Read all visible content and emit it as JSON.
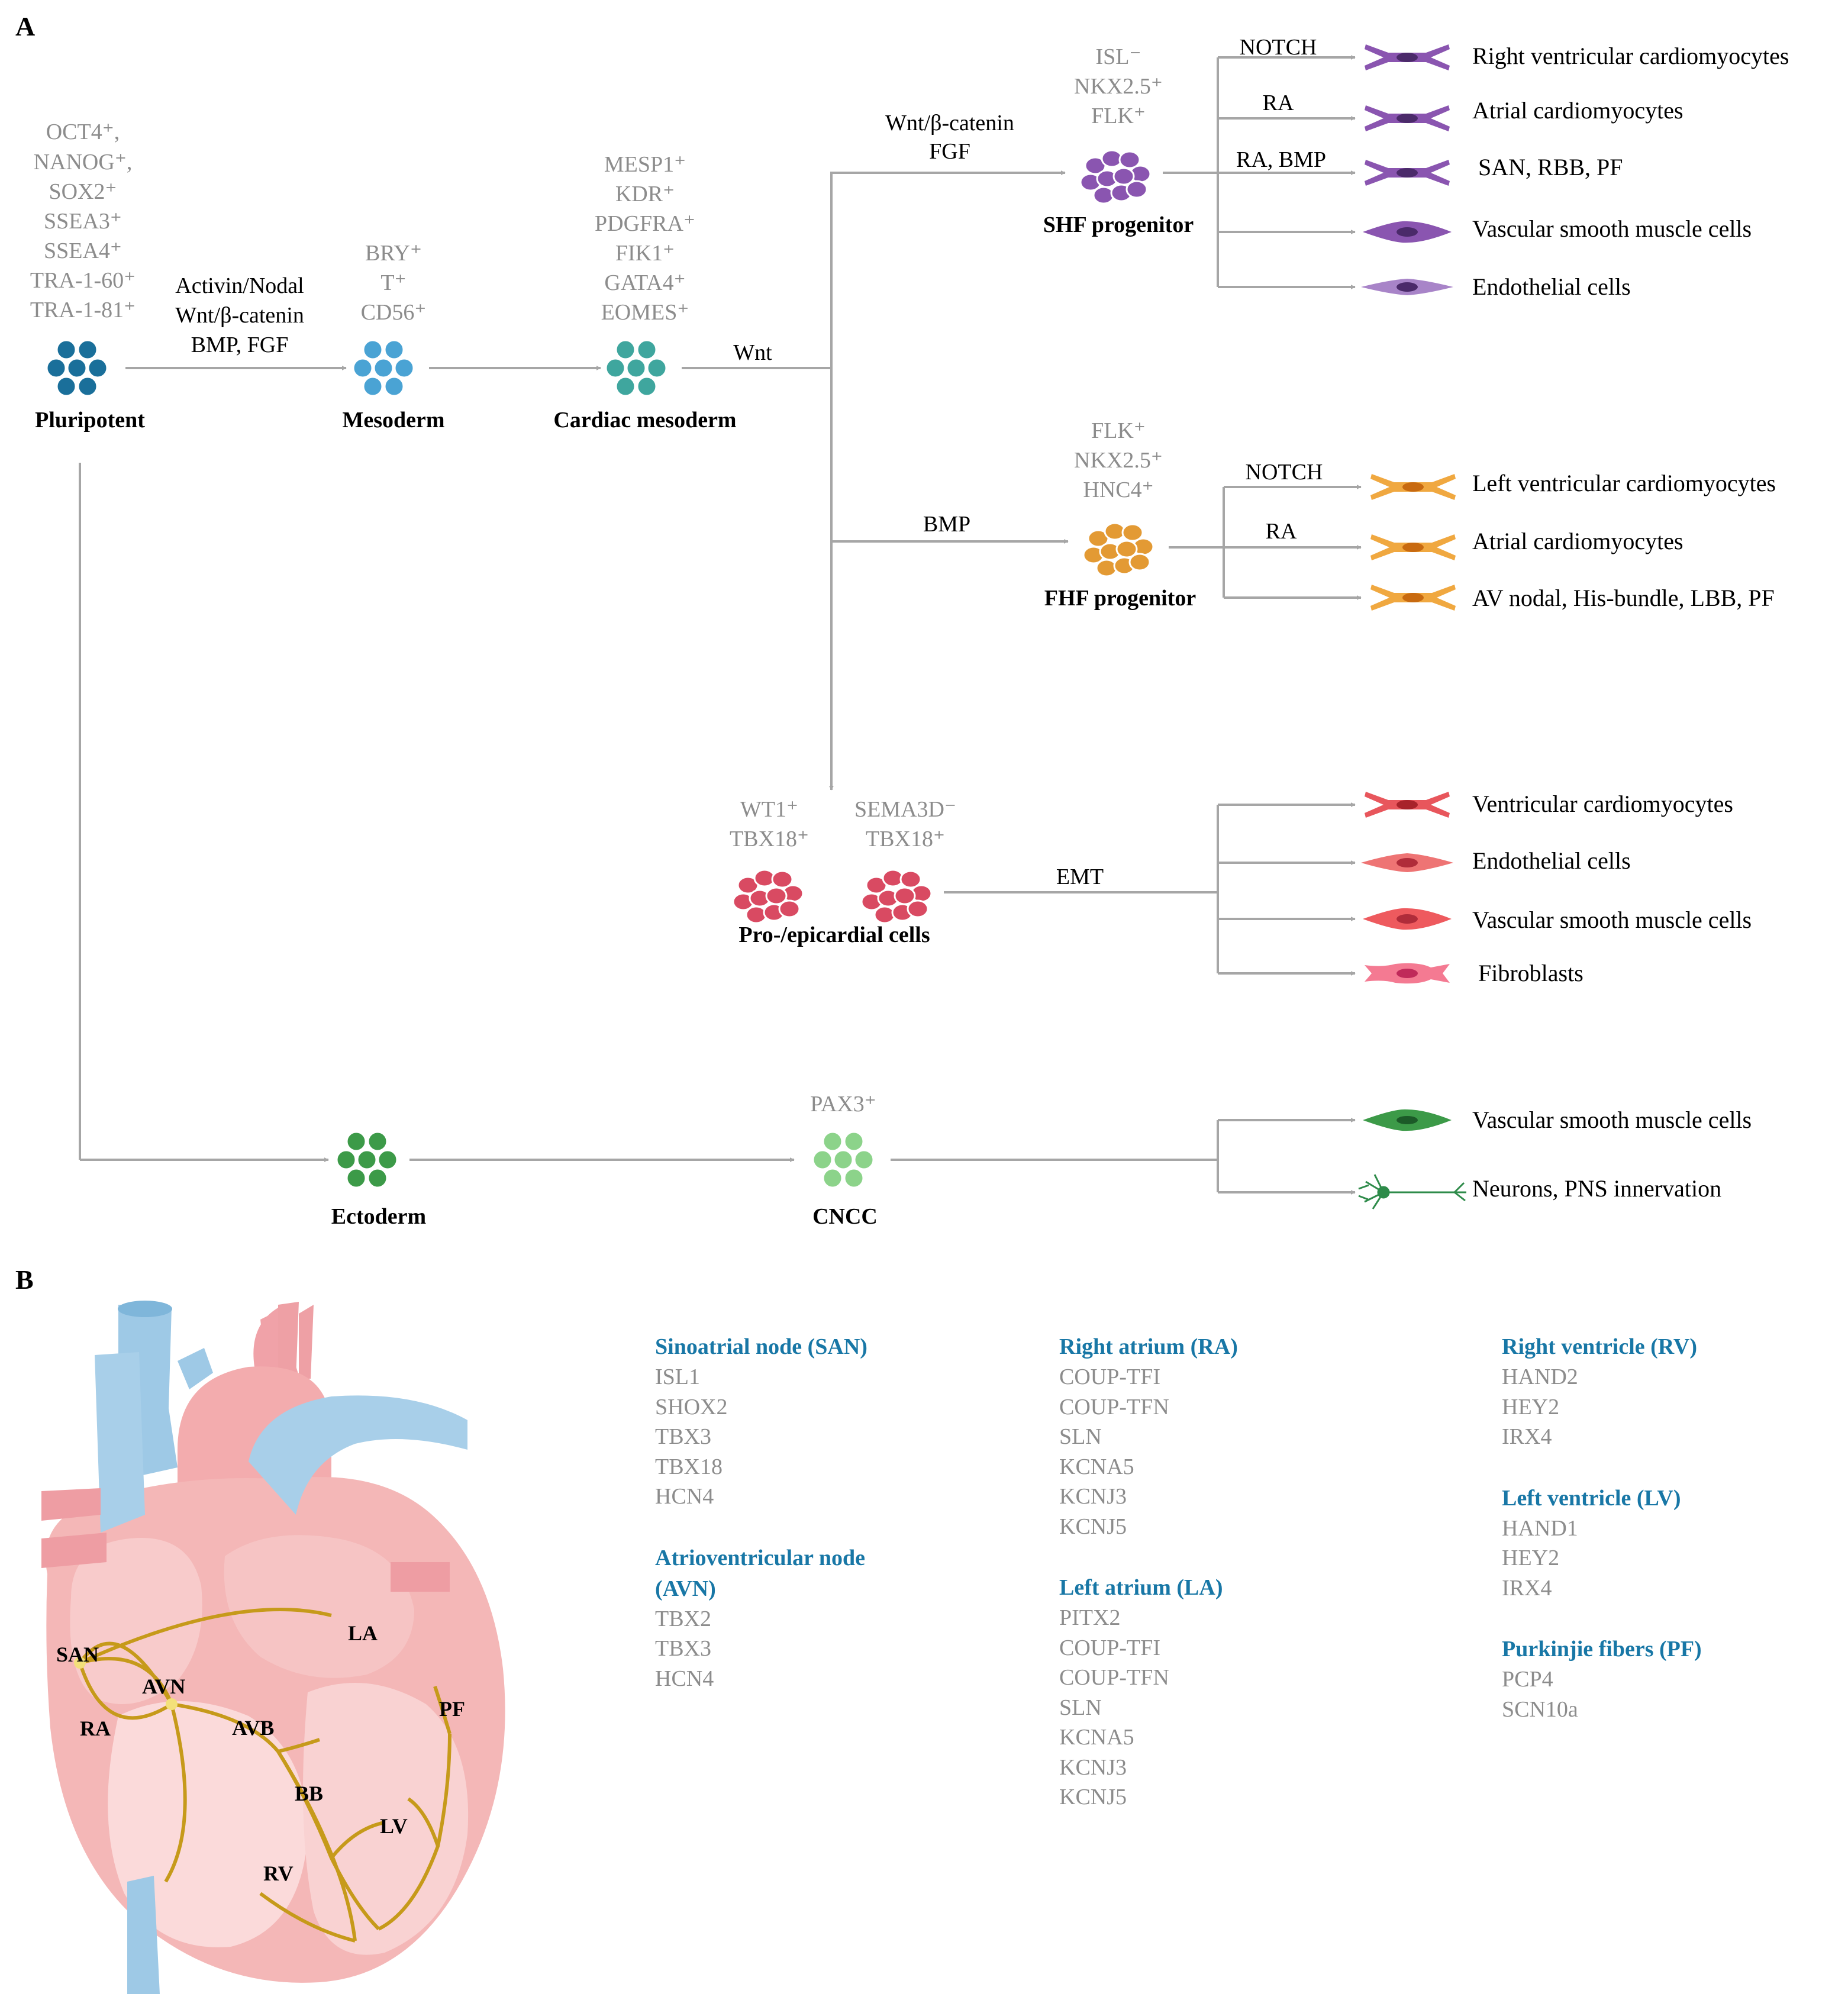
{
  "panels": {
    "a": "A",
    "b": "B"
  },
  "markers": {
    "pluripotent": [
      "OCT4⁺,",
      "NANOG⁺,",
      "SOX2⁺",
      "SSEA3⁺",
      "SSEA4⁺",
      "TRA-1-60⁺",
      "TRA-1-81⁺"
    ],
    "mesoderm": [
      "BRY⁺",
      "T⁺",
      "CD56⁺"
    ],
    "cardiac_mesoderm": [
      "MESP1⁺",
      "KDR⁺",
      "PDGFRA⁺",
      "FIK1⁺",
      "GATA4⁺",
      "EOMES⁺"
    ],
    "shf": [
      "ISL⁻",
      "NKX2.5⁺",
      "FLK⁺"
    ],
    "fhf": [
      "FLK⁺",
      "NKX2.5⁺",
      "HNC4⁺"
    ],
    "epi_left": [
      "WT1⁺",
      "TBX18⁺"
    ],
    "epi_right": [
      "SEMA3D⁻",
      "TBX18⁺"
    ],
    "cncc": [
      "PAX3⁺"
    ]
  },
  "nodes": {
    "pluripotent": "Pluripotent",
    "mesoderm": "Mesoderm",
    "cardiac_mesoderm": "Cardiac mesoderm",
    "shf": "SHF progenitor",
    "fhf": "FHF progenitor",
    "epicardial": "Pro-/epicardial cells",
    "ectoderm": "Ectoderm",
    "cncc": "CNCC"
  },
  "signals": {
    "to_mesoderm": [
      "Activin/Nodal",
      "Wnt/β-catenin",
      "BMP, FGF"
    ],
    "wnt": "Wnt",
    "to_shf": [
      "Wnt/β-catenin",
      "FGF"
    ],
    "bmp": "BMP",
    "emt": "EMT",
    "shf_branches": [
      "NOTCH",
      "RA",
      "RA, BMP"
    ],
    "fhf_branches": [
      "NOTCH",
      "RA"
    ]
  },
  "outputs": {
    "shf": [
      "Right ventricular cardiomyocytes",
      "Atrial cardiomyocytes",
      "SAN, RBB, PF",
      "Vascular smooth muscle cells",
      "Endothelial cells"
    ],
    "fhf": [
      "Left ventricular cardiomyocytes",
      "Atrial cardiomyocytes",
      "AV nodal, His-bundle, LBB, PF"
    ],
    "epi": [
      "Ventricular cardiomyocytes",
      "Endothelial cells",
      "Vascular smooth muscle cells",
      "Fibroblasts"
    ],
    "cncc": [
      "Vascular smooth muscle cells",
      "Neurons, PNS innervation"
    ]
  },
  "heart_labels": {
    "san": "SAN",
    "avn": "AVN",
    "ra": "RA",
    "avb": "AVB",
    "la": "LA",
    "pf": "PF",
    "bb": "BB",
    "lv": "LV",
    "rv": "RV"
  },
  "gene_columns": [
    [
      {
        "title": "Sinoatrial node (SAN)",
        "genes": [
          "ISL1",
          "SHOX2",
          "TBX3",
          "TBX18",
          "HCN4"
        ]
      },
      {
        "title": "Atrioventricular node\n(AVN)",
        "genes": [
          "TBX2",
          "TBX3",
          "HCN4"
        ]
      }
    ],
    [
      {
        "title": "Right atrium (RA)",
        "genes": [
          "COUP-TFI",
          "COUP-TFN",
          "SLN",
          "KCNA5",
          "KCNJ3",
          "KCNJ5"
        ]
      },
      {
        "title": "Left atrium (LA)",
        "genes": [
          "PITX2",
          "COUP-TFI",
          "COUP-TFN",
          "SLN",
          "KCNA5",
          "KCNJ3",
          "KCNJ5"
        ]
      }
    ],
    [
      {
        "title": "Right ventricle (RV)",
        "genes": [
          "HAND2",
          "HEY2",
          "IRX4"
        ]
      },
      {
        "title": "Left ventricle (LV)",
        "genes": [
          "HAND1",
          "HEY2",
          "IRX4"
        ]
      },
      {
        "title": "Purkinjie fibers (PF)",
        "genes": [
          "PCP4",
          "SCN10a"
        ]
      }
    ]
  ],
  "colors": {
    "pluripotent": "#1a6f9a",
    "mesoderm": "#4aa3d4",
    "cardiac_mesoderm": "#3fa69e",
    "shf": "#8a55b0",
    "fhf": "#e39a34",
    "epicardial": "#d94a62",
    "ectoderm": "#3c9a48",
    "cncc": "#8cd38a",
    "arrow": "#a6a6a6",
    "marker": "#8c8c8c",
    "gene_title": "#1877a6"
  }
}
